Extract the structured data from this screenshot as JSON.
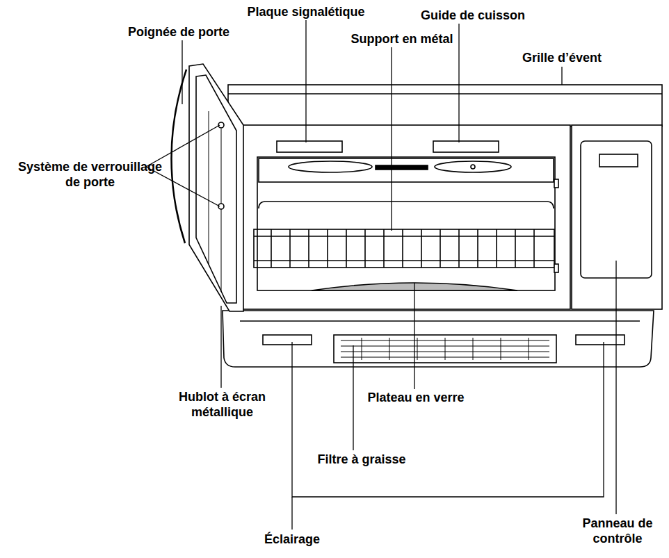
{
  "diagram": {
    "labels": [
      "Poignée de porte",
      "Plaque signalétique",
      "Guide de cuisson",
      "Support en métal",
      "Grille d’évent",
      "Système de verrouillage de porte",
      "Hublot à écran métallique",
      "Plateau en verre",
      "Filtre à graisse",
      "Éclairage",
      "Panneau de contrôle"
    ]
  }
}
